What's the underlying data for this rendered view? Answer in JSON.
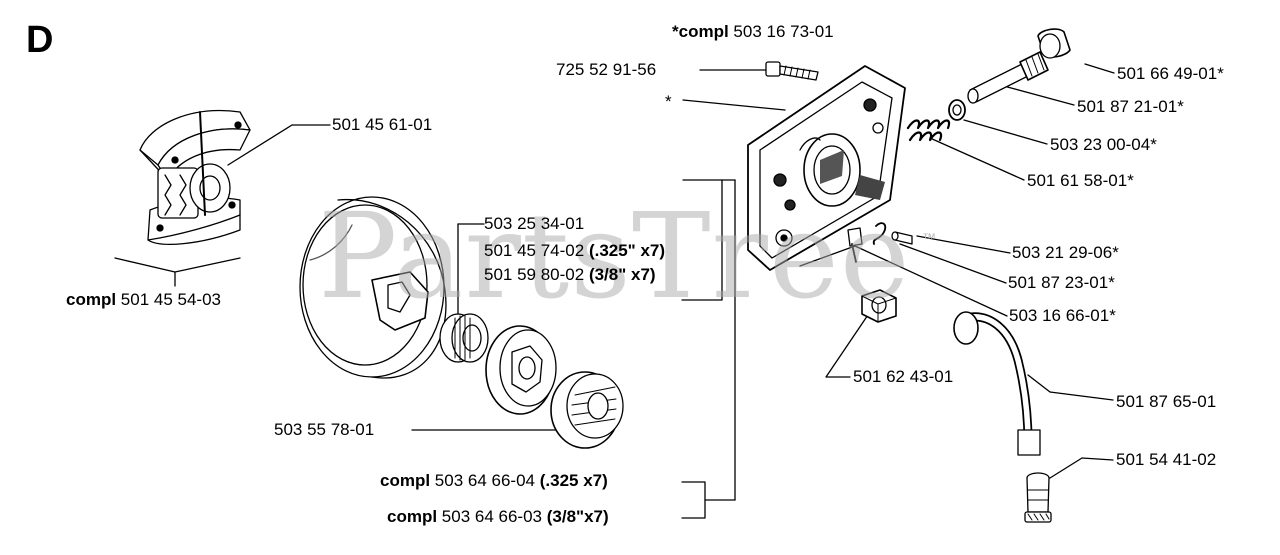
{
  "section_letter": "D",
  "watermark": {
    "text": "PartsTree",
    "tm": "™"
  },
  "labels": {
    "compl_top": {
      "prefix": "*compl",
      "number": "503 16 73-01"
    },
    "bolt": "725 52 91-56",
    "asterisk": "*",
    "gear": "501 66 49-01*",
    "shaft": "501 87 21-01*",
    "washer": "503 23 00-04*",
    "spring": "501 61 58-01*",
    "clutch_shoe": "501 45 61-01",
    "compl_clutch": {
      "prefix": "compl",
      "number": "501 45 54-03"
    },
    "bearing": "503 25 34-01",
    "rim_325": {
      "number": "501 45 74-02",
      "spec": "(.325\" x7)"
    },
    "rim_38": {
      "number": "501 59 80-02",
      "spec": "(3/8\" x7)"
    },
    "screw": "503 21 29-06*",
    "clip": "501 87 23-01*",
    "adjust_screw": "503 16 66-01*",
    "nut": "501 62 43-01",
    "hose": "501 87 65-01",
    "filter": "501 54 41-02",
    "drum": "503 55 78-01",
    "compl_drum_325": {
      "prefix": "compl",
      "number": "503 64 66-04",
      "spec": "(.325 x7)"
    },
    "compl_drum_38": {
      "prefix": "compl",
      "number": "503 64 66-03",
      "spec": "(3/8\"x7)"
    }
  },
  "colors": {
    "ink": "#000000",
    "watermark": "#aaaaaa",
    "background": "#ffffff"
  }
}
